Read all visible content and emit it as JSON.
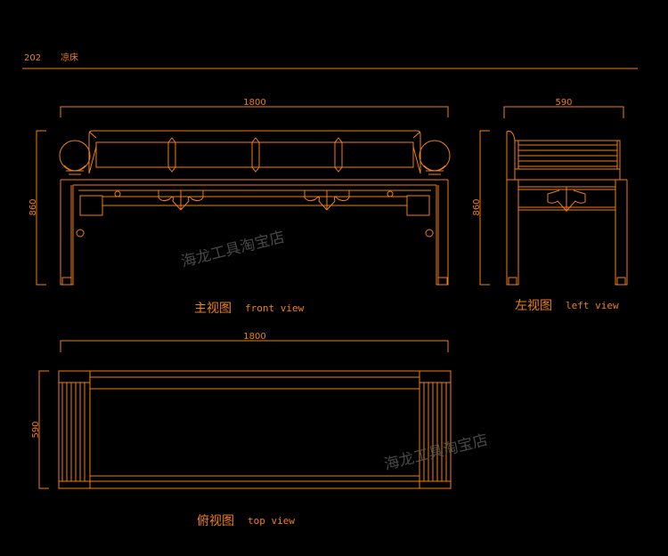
{
  "header": {
    "number": "202",
    "title": "凉床"
  },
  "front_view": {
    "width_dim": "1800",
    "height_dim": "860",
    "label_cn": "主视图",
    "label_en": "front view"
  },
  "left_view": {
    "width_dim": "590",
    "height_dim": "860",
    "label_cn": "左视图",
    "label_en": "left view"
  },
  "top_view": {
    "width_dim": "1800",
    "depth_dim": "590",
    "label_cn": "俯视图",
    "label_en": "top view"
  },
  "watermark": "海龙工具淘宝店",
  "colors": {
    "line": "#f08010",
    "background": "#000000"
  }
}
